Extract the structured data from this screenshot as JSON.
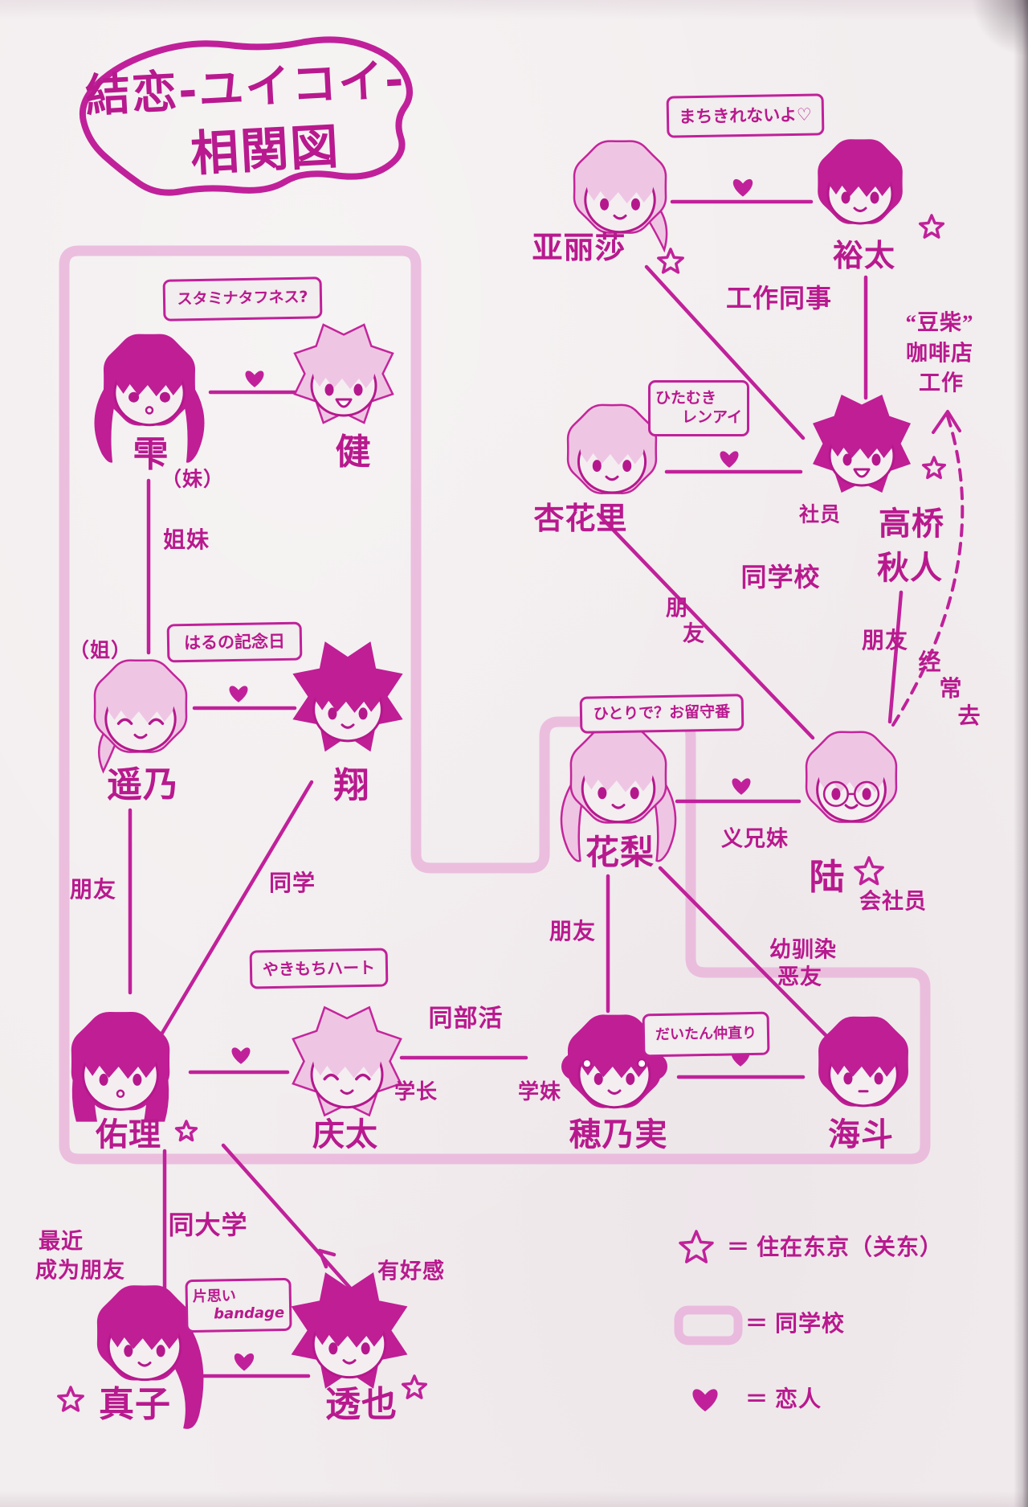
{
  "title": {
    "line1": "結恋-ユイコイ-",
    "line2": "相関図"
  },
  "characters": {
    "shizuku": "雫",
    "ken": "健",
    "haruno": "遥乃",
    "sho": "翔",
    "alisa": "亚丽莎",
    "yuta": "裕太",
    "ankari": "杏花里",
    "akihito_1": "高桥",
    "akihito_2": "秋人",
    "karin": "花梨",
    "riku": "陆",
    "yuri": "佑理",
    "keita": "庆太",
    "honomi": "穂乃実",
    "kaito": "海斗",
    "mako": "真子",
    "toya": "透也"
  },
  "speech_boxes": {
    "machikirenai": "まちきれないよ♡",
    "stamina": "スタミナタフネス?",
    "hitamuki_1": "ひたむき",
    "hitamuki_2": "レンアイ",
    "haru": "はるの記念日",
    "hitoride": "ひとりで？お留守番",
    "yakimochi": "やきもちハート",
    "daitan": "だいたん仲直り",
    "kataomoi_1": "片思い",
    "kataomoi_2": "bandage"
  },
  "relations": {
    "gongzuo_tongshi": "工作同事",
    "mameshiba": "“豆柴”",
    "kafeidian": "咖啡店",
    "gongzuo": "工作",
    "sheyuan": "社员",
    "tongxuexiao": "同学校",
    "pengyou_diag": "朋友",
    "pengyou_akihito_riku": "朋友",
    "jingchangqu": "经常去",
    "yixiongmei": "义兄妹",
    "mei": "（妹）",
    "jiemei": "姐妹",
    "jie": "（姐）",
    "pengyou_haruno_yuri": "朋友",
    "tongxue": "同学",
    "pengyou_karin_honomi": "朋友",
    "youxunran": "幼驯染",
    "eyou": "恶友",
    "xuezhang": "学长",
    "xuemei": "学妹",
    "tongbuhuo": "同部活",
    "tongdaxue": "同大学",
    "zuijin": "最近",
    "chengwei_pengyou": "成为朋友",
    "youhaogan": "有好感",
    "huisheyuan": "会社员"
  },
  "legend": {
    "star": "＝ 住在东京（关东）",
    "box": "＝ 同学校",
    "heart": "＝ 恋人"
  }
}
